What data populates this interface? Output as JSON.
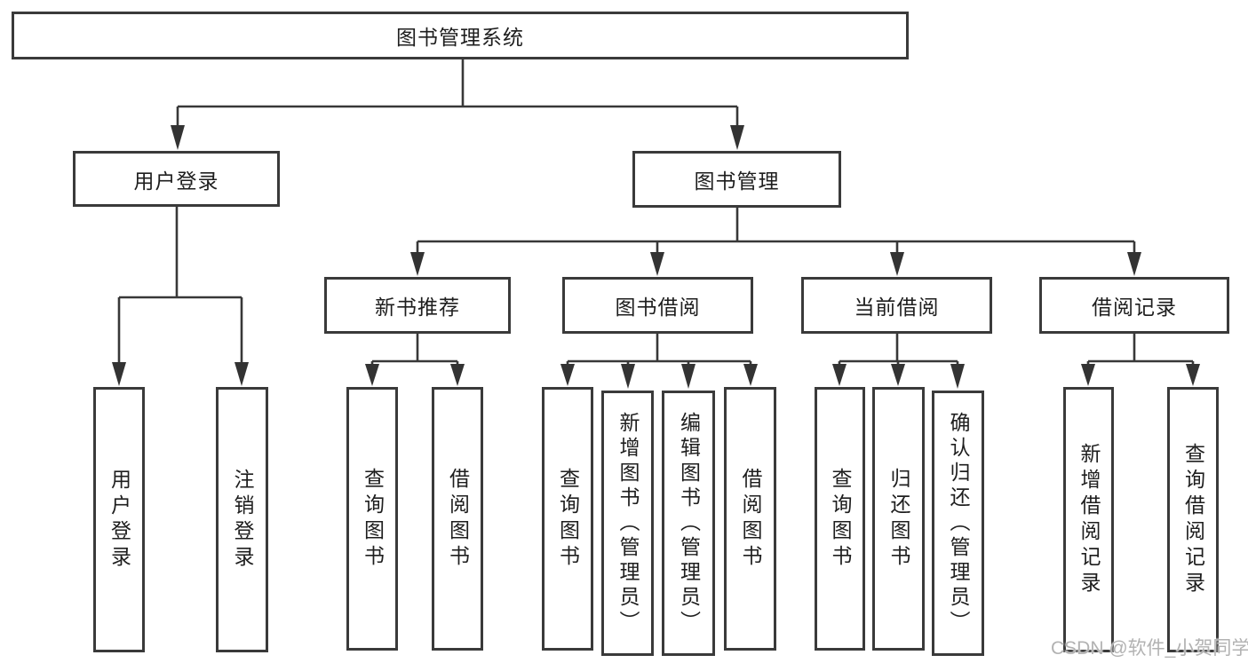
{
  "diagram_title": "图书管理系统",
  "nodes": {
    "root": {
      "label": "图书管理系统"
    },
    "user_login": {
      "label": "用户登录"
    },
    "book_management": {
      "label": "图书管理"
    },
    "new_book_recommend": {
      "label": "新书推荐"
    },
    "book_borrowing": {
      "label": "图书借阅"
    },
    "current_borrowing": {
      "label": "当前借阅"
    },
    "borrowing_records": {
      "label": "借阅记录"
    }
  },
  "leaves": {
    "user_login": "用户登录",
    "logout": "注销登录",
    "nbr_query_books": "查询图书",
    "nbr_borrow_books": "借阅图书",
    "bb_query_books": "查询图书",
    "bb_add_books_admin": "新增图书（管理员）",
    "bb_edit_books_admin": "编辑图书（管理员）",
    "bb_borrow_books": "借阅图书",
    "cb_query_books": "查询图书",
    "cb_return_books": "归还图书",
    "cb_confirm_return_admin": "确认归还（管理员）",
    "br_add_record": "新增借阅记录",
    "br_query_record": "查询借阅记录"
  },
  "hierarchy": {
    "图书管理系统": {
      "用户登录": [
        "用户登录",
        "注销登录"
      ],
      "图书管理": {
        "新书推荐": [
          "查询图书",
          "借阅图书"
        ],
        "图书借阅": [
          "查询图书",
          "新增图书（管理员）",
          "编辑图书（管理员）",
          "借阅图书"
        ],
        "当前借阅": [
          "查询图书",
          "归还图书",
          "确认归还（管理员）"
        ],
        "借阅记录": [
          "新增借阅记录",
          "查询借阅记录"
        ]
      }
    }
  },
  "watermark": {
    "text": "CSDN @软件_小贺同学"
  },
  "colors": {
    "background": "#ffffff",
    "line": "#383838",
    "box_border": "#3a3a3a",
    "text": "#1e1e1e",
    "watermark": "#b2b2b2"
  }
}
